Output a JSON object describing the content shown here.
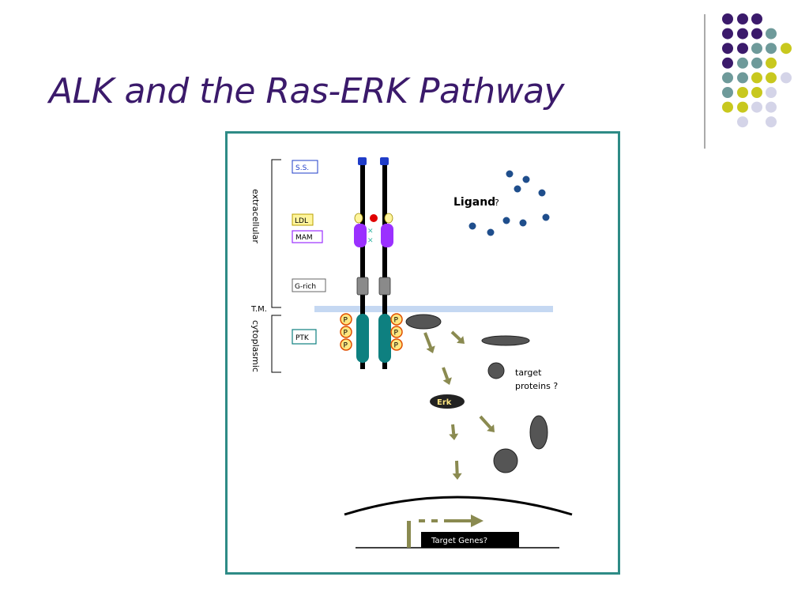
{
  "slide": {
    "title": "ALK and the Ras-ERK Pathway"
  },
  "colors": {
    "title": "#3b1a6b",
    "dot_purple": "#3b1a6b",
    "dot_teal": "#6e9a9a",
    "dot_yellow": "#c8c81e",
    "dot_lavender": "#d4d4e8",
    "frame": "#2e8b86",
    "ptk_teal": "#0e8080",
    "mam_purple": "#9b30ff",
    "ldl_yellow": "#fff59d",
    "arrow_olive": "#8a8a50",
    "ligand_blue": "#1f4e8c"
  },
  "diagram": {
    "regions": {
      "extracellular": "extracellular",
      "tm": "T.M.",
      "cytoplasmic": "cytoplasmic"
    },
    "domains": {
      "ss": "S.S.",
      "ldl": "LDL",
      "mam": "MAM",
      "grich": "G-rich",
      "ptk": "PTK"
    },
    "phospho": "P",
    "ligand": "Ligand",
    "ligand_q": "?",
    "erk": "Erk",
    "target_proteins": [
      "target",
      "proteins ?"
    ],
    "target_genes": "Target Genes?"
  }
}
